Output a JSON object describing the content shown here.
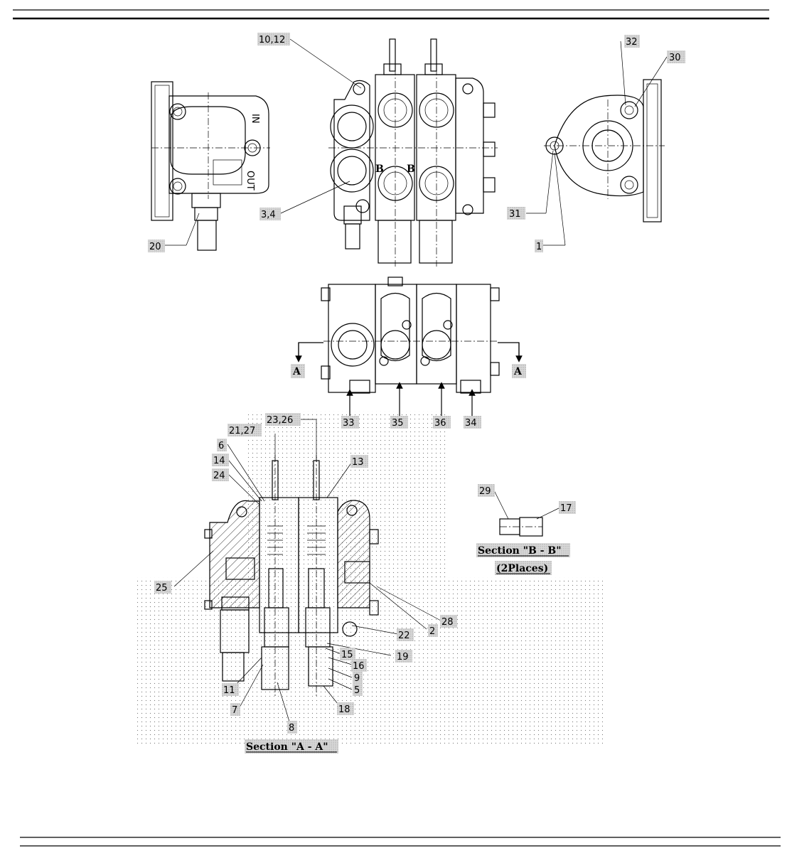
{
  "views": {
    "section_a_caption": "Section \"A - A\"",
    "section_b_caption_1": "Section \"B - B\"",
    "section_b_caption_2": "(2Places)",
    "port_in": "IN",
    "port_out": "OUT",
    "section_marker_a": "A",
    "section_marker_b": "B"
  },
  "callouts": [
    {
      "id": "c-10-12",
      "text": "10,12"
    },
    {
      "id": "c-32",
      "text": "32"
    },
    {
      "id": "c-30",
      "text": "30"
    },
    {
      "id": "c-3-4",
      "text": "3,4"
    },
    {
      "id": "c-20",
      "text": "20"
    },
    {
      "id": "c-31",
      "text": "31"
    },
    {
      "id": "c-1",
      "text": "1"
    },
    {
      "id": "c-33",
      "text": "33"
    },
    {
      "id": "c-35",
      "text": "35"
    },
    {
      "id": "c-36",
      "text": "36"
    },
    {
      "id": "c-34",
      "text": "34"
    },
    {
      "id": "c-23-26",
      "text": "23,26"
    },
    {
      "id": "c-21-27",
      "text": "21,27"
    },
    {
      "id": "c-6",
      "text": "6"
    },
    {
      "id": "c-14",
      "text": "14"
    },
    {
      "id": "c-24",
      "text": "24"
    },
    {
      "id": "c-13",
      "text": "13"
    },
    {
      "id": "c-25",
      "text": "25"
    },
    {
      "id": "c-28",
      "text": "28"
    },
    {
      "id": "c-2",
      "text": "2"
    },
    {
      "id": "c-22",
      "text": "22"
    },
    {
      "id": "c-19",
      "text": "19"
    },
    {
      "id": "c-15",
      "text": "15"
    },
    {
      "id": "c-16",
      "text": "16"
    },
    {
      "id": "c-9",
      "text": "9"
    },
    {
      "id": "c-5",
      "text": "5"
    },
    {
      "id": "c-18",
      "text": "18"
    },
    {
      "id": "c-11",
      "text": "11"
    },
    {
      "id": "c-7",
      "text": "7"
    },
    {
      "id": "c-8",
      "text": "8"
    },
    {
      "id": "c-29",
      "text": "29"
    },
    {
      "id": "c-17",
      "text": "17"
    }
  ]
}
